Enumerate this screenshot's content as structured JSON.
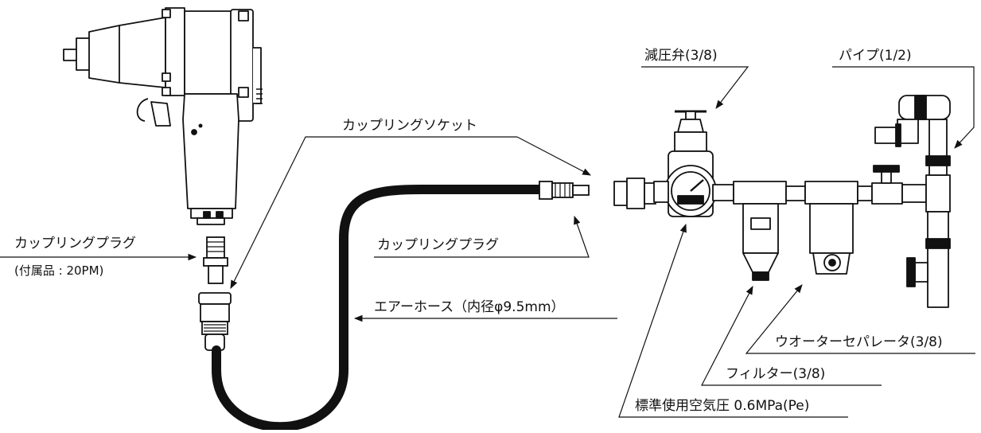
{
  "labels": {
    "pressure_valve": "減圧弁(3/8)",
    "pipe": "パイプ(1/2)",
    "coupling_socket": "カップリングソケット",
    "coupling_plug_left": "カップリングプラグ",
    "coupling_plug_left_note": "(付属品 : 20PM)",
    "coupling_plug_mid": "カップリングプラグ",
    "air_hose": "エアーホース（内径φ9.5mm）",
    "water_separator": "ウオーターセパレータ(3/8)",
    "filter": "フィルター(3/8)",
    "standard_pressure": "標準使用空気圧 0.6MPa(Pe)"
  },
  "colors": {
    "ink": "#111111",
    "hose": "#1a1a1a",
    "body_fill": "#ffffff"
  }
}
